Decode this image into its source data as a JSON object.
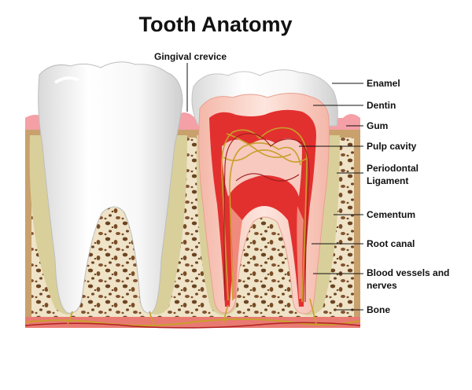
{
  "title": "Tooth Anatomy",
  "labels": {
    "gingival_crevice": "Gingival crevice",
    "enamel": "Enamel",
    "dentin": "Dentin",
    "gum": "Gum",
    "pulp_cavity": "Pulp cavity",
    "periodontal_ligament_1": "Periodontal",
    "periodontal_ligament_2": "Ligament",
    "cementum": "Cementum",
    "root_canal": "Root canal",
    "blood_vessels_1": "Blood vessels and",
    "blood_vessels_2": "nerves",
    "bone": "Bone"
  },
  "colors": {
    "enamel": "#f2f2f2",
    "dentin": "#f6c6b8",
    "pulp": "#e2302f",
    "gum": "#f4a0a6",
    "bone": "#c9a16d",
    "bone_spots": "#6b4422",
    "ligament": "#d9cf9a",
    "nerve": "#c8a02a"
  }
}
